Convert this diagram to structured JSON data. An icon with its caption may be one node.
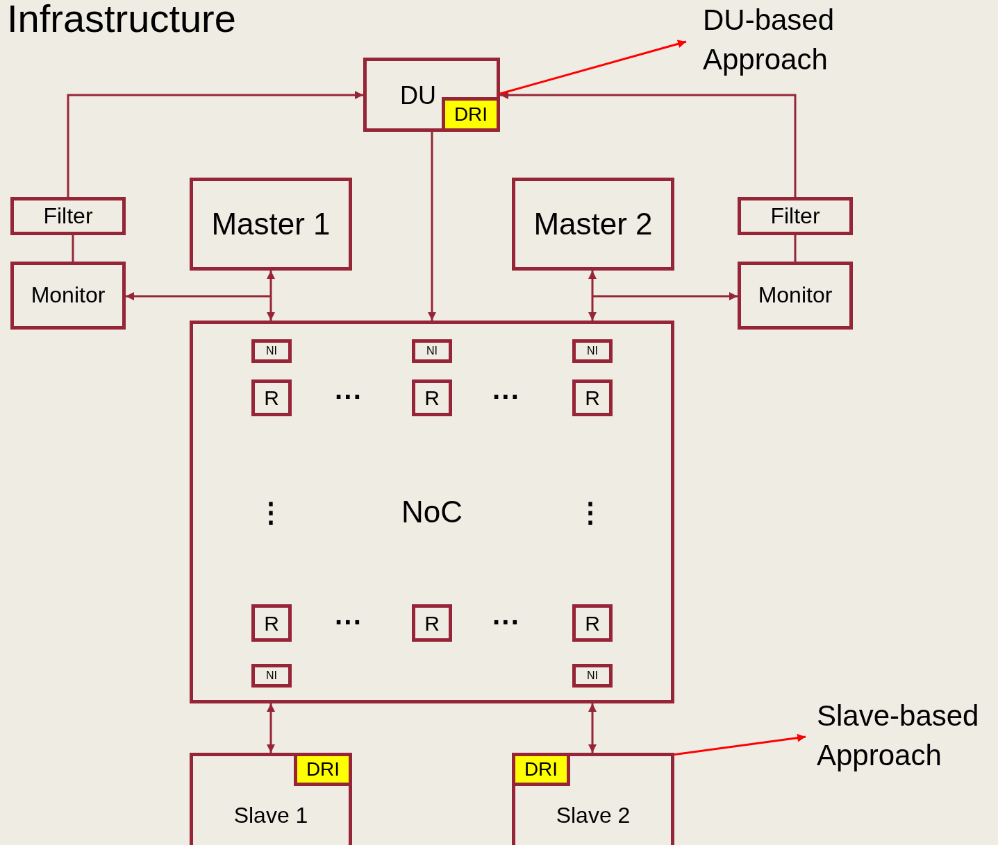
{
  "diagram": {
    "title": "Infrastructure",
    "nodes": [
      {
        "text": [
          "DU"
        ]
      },
      {
        "text": [
          "DRI"
        ],
        "in": 0
      },
      {
        "text": [
          "Filter"
        ]
      },
      {
        "text": [
          "Monitor"
        ]
      },
      {
        "text": [
          "Master 1"
        ]
      },
      {
        "text": [
          "Master 2"
        ]
      },
      {
        "text": [
          "Filter"
        ]
      },
      {
        "text": [
          "Monitor"
        ]
      },
      {
        "text": [
          "NoC"
        ]
      },
      {
        "text": [
          "NI"
        ],
        "in": 8
      },
      {
        "text": [
          "NI"
        ],
        "in": 8
      },
      {
        "text": [
          "NI"
        ],
        "in": 8
      },
      {
        "text": [
          "R"
        ],
        "in": 8
      },
      {
        "text": [
          "R"
        ],
        "in": 8
      },
      {
        "text": [
          "R"
        ],
        "in": 8
      },
      {
        "text": [
          "R"
        ],
        "in": 8
      },
      {
        "text": [
          "R"
        ],
        "in": 8
      },
      {
        "text": [
          "R"
        ],
        "in": 8
      },
      {
        "text": [
          "NI"
        ],
        "in": 8
      },
      {
        "text": [
          "NI"
        ],
        "in": 8
      },
      {
        "text": [
          "Slave 1"
        ]
      },
      {
        "text": [
          "DRI"
        ],
        "in": 20
      },
      {
        "text": [
          "Slave 2"
        ]
      },
      {
        "text": [
          "DRI"
        ],
        "in": 22
      },
      {
        "text": [
          "DU-based Approach"
        ]
      },
      {
        "text": [
          "Slave-based Approach"
        ]
      }
    ],
    "edges": [
      {
        "from": 2,
        "to": 0,
        "arrow": "to"
      },
      {
        "from": 6,
        "to": 0,
        "arrow": "to"
      },
      {
        "from": 2,
        "to": 3,
        "arrow": "none"
      },
      {
        "from": 6,
        "to": 7,
        "arrow": "none"
      },
      {
        "from": 0,
        "to": 8,
        "arrow": "to"
      },
      {
        "from": 4,
        "to": 8,
        "arrow": "both"
      },
      {
        "from": null,
        "to": 3,
        "arrow": "to"
      },
      {
        "from": 5,
        "to": 8,
        "arrow": "both"
      },
      {
        "from": null,
        "to": 7,
        "arrow": "to"
      },
      {
        "from": 8,
        "to": 20,
        "arrow": "both"
      },
      {
        "from": 8,
        "to": 22,
        "arrow": "both"
      },
      {
        "from": 1,
        "to": 24,
        "arrow": "to",
        "color": "#ff0000"
      },
      {
        "from": 23,
        "to": 25,
        "arrow": "to",
        "color": "#ff0000"
      }
    ],
    "labels": [
      "···",
      "···",
      "⋮",
      "⋮",
      "···",
      "···"
    ]
  }
}
